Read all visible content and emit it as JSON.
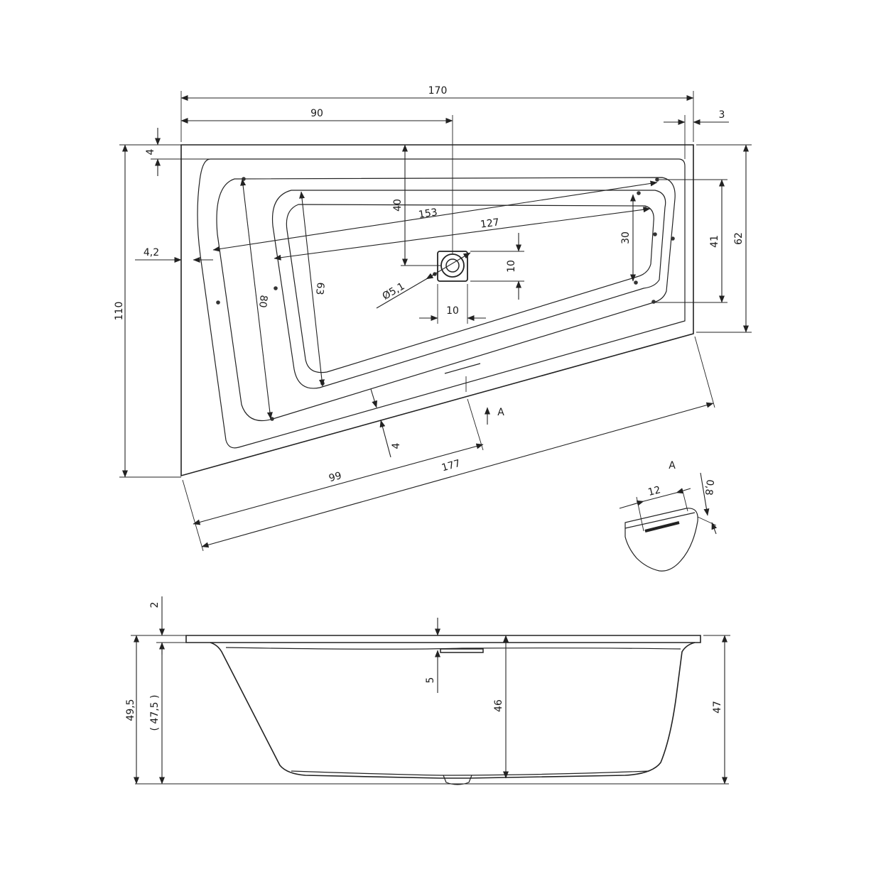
{
  "colors": {
    "line": "#222222",
    "background": "#ffffff"
  },
  "plan_view": {
    "total_length": "170",
    "drain_offset_x": "90",
    "right_rim": "3",
    "top_rim": "4",
    "left_rim": "4,2",
    "overall_width": "110",
    "right_side_width": "62",
    "right_inner_width": "41",
    "right_inner_width_2": "30",
    "diagonal_length_outer": "153",
    "diagonal_length_inner": "127",
    "drain_offset_y": "40",
    "drain_box_height": "10",
    "drain_box_width": "10",
    "drain_diameter": "Ø5,1",
    "left_width_outer": "80",
    "left_width_inner": "63",
    "front_rim": "4",
    "front_partial": "99",
    "front_length": "177",
    "section_marker": "A"
  },
  "detail_a": {
    "title": "A",
    "width": "12",
    "thickness": "0,8"
  },
  "side_view": {
    "rim_height": "2",
    "total_height": "49,5",
    "inner_height": "( 47,5 )",
    "overflow_depth": "5",
    "center_depth": "46",
    "right_height": "47"
  }
}
